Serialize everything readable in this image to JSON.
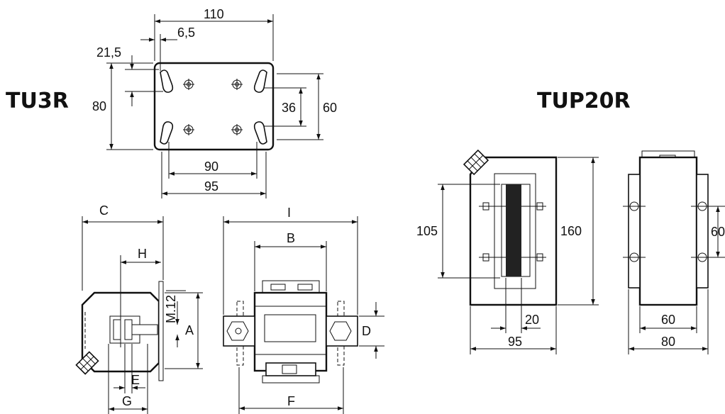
{
  "titles": {
    "tu3r": "TU3R",
    "tup20r": "TUP20R"
  },
  "tu3r_top": {
    "d110": "110",
    "d6_5": "6,5",
    "d21_5": "21,5",
    "d80": "80",
    "d36": "36",
    "d60": "60",
    "d90": "90",
    "d95": "95"
  },
  "tu3r_side": {
    "C": "C",
    "H": "H",
    "M12": "M.12",
    "A": "A",
    "E": "E",
    "G": "G"
  },
  "tu3r_front": {
    "I": "I",
    "B": "B",
    "D": "D",
    "F": "F"
  },
  "tup20r_front": {
    "d105": "105",
    "d160": "160",
    "d20": "20",
    "d95": "95"
  },
  "tup20r_side": {
    "d60v": "60",
    "d60": "60",
    "d80": "80"
  }
}
